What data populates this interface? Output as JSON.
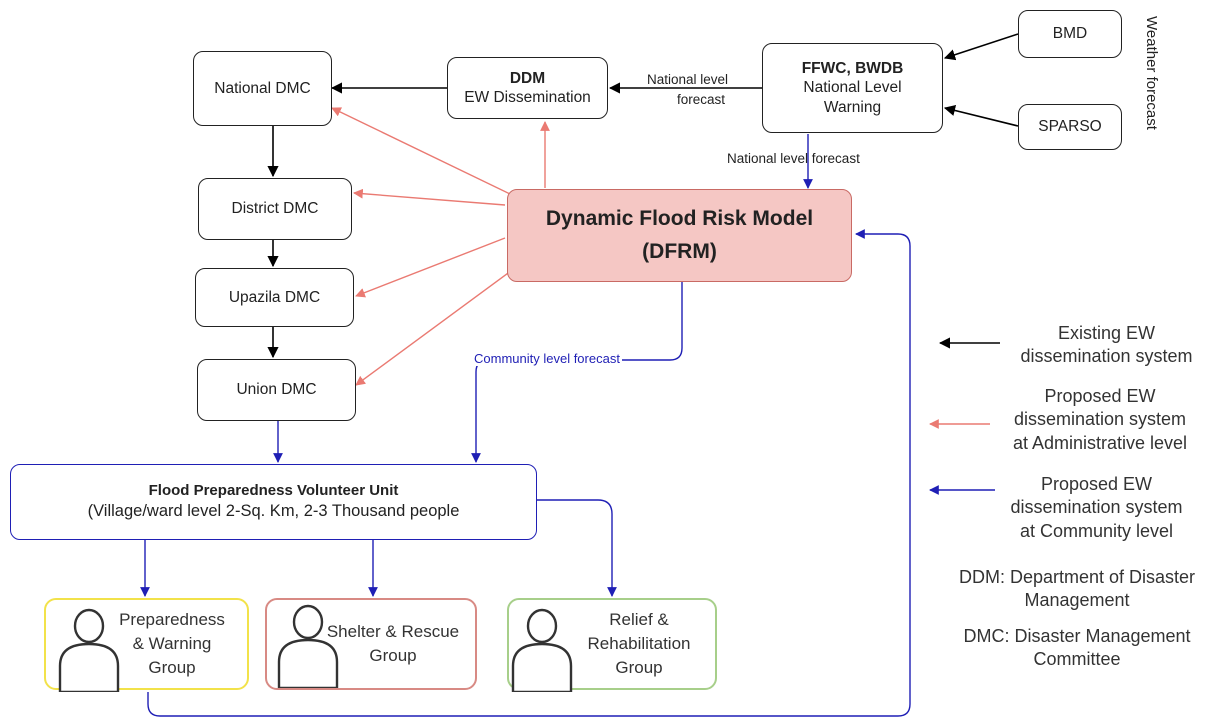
{
  "colors": {
    "existing": "#000000",
    "administrative": "#ea7a72",
    "community": "#1f1fb5",
    "dfrm_fill": "#f5c7c4",
    "dfrm_border": "#c96a64"
  },
  "nodes": {
    "national_dmc": "National DMC",
    "district_dmc": "District DMC",
    "upazila_dmc": "Upazila DMC",
    "union_dmc": "Union DMC",
    "ddm": {
      "title": "DDM",
      "subtitle": "EW Dissemination"
    },
    "ffwc": {
      "title": "FFWC, BWDB",
      "line2": "National Level",
      "line3": "Warning"
    },
    "bmd": "BMD",
    "sparso": "SPARSO",
    "dfrm": {
      "line1": "Dynamic Flood Risk Model",
      "line2": "(DFRM)"
    },
    "fpvu": {
      "title": "Flood Preparedness Volunteer Unit",
      "subtitle": "(Village/ward level 2-Sq. Km, 2-3 Thousand people"
    }
  },
  "edge_labels": {
    "national_forecast_a_1": "National level",
    "national_forecast_a_2": "forecast",
    "national_forecast_b": "National level forecast",
    "community_forecast": "Community level forecast",
    "weather_forecast": "Weather forecast"
  },
  "groups": [
    {
      "line1": "Preparedness",
      "line2": "& Warning",
      "line3": "Group",
      "border": "#f2e24a"
    },
    {
      "line1": "Shelter & Rescue",
      "line2": "Group",
      "line3": "",
      "border": "#d88a84"
    },
    {
      "line1": "Relief &",
      "line2": "Rehabilitation",
      "line3": "Group",
      "border": "#a7cf8a"
    }
  ],
  "legend": {
    "existing": {
      "line1": "Existing EW",
      "line2": "dissemination system"
    },
    "administrative": {
      "line1": "Proposed EW",
      "line2": "dissemination system",
      "line3": "at Administrative level"
    },
    "community": {
      "line1": "Proposed EW",
      "line2": "dissemination system",
      "line3": "at Community level"
    },
    "ddm_def": {
      "line1": "DDM: Department of Disaster",
      "line2": "Management"
    },
    "dmc_def": {
      "line1": "DMC: Disaster Management",
      "line2": "Committee"
    }
  }
}
